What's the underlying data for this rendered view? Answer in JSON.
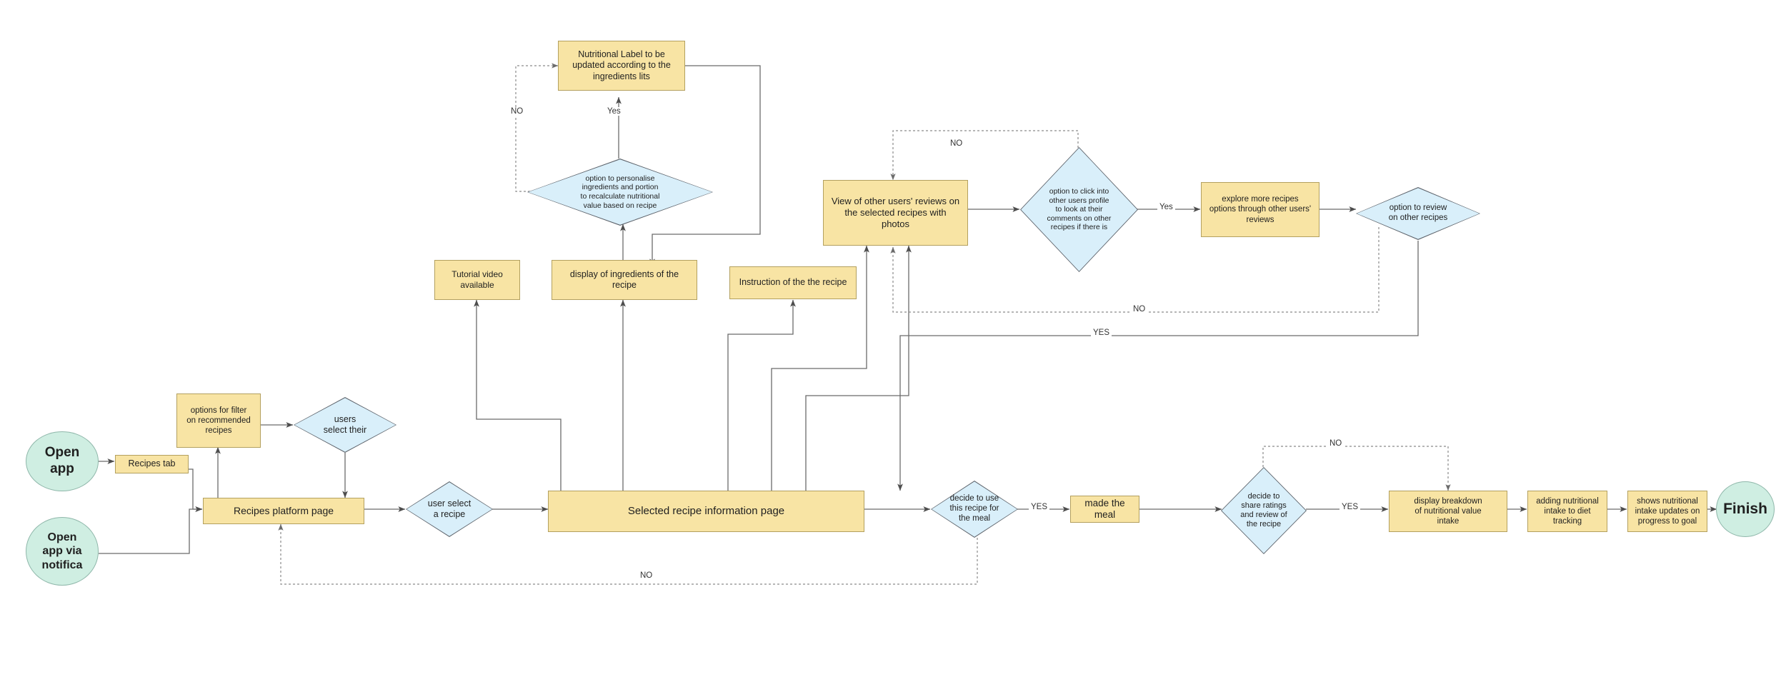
{
  "diagram": {
    "title": "Recipe app user flow",
    "colors": {
      "process_fill": "#f8e4a4",
      "process_border": "#b3a05f",
      "decision_fill": "#d9effa",
      "decision_border": "#5a6068",
      "terminator_fill": "#cfeee2",
      "terminator_border": "#8fb7aa",
      "connector": "#6b6b6b",
      "canvas": "#ffffff"
    },
    "nodes": [
      {
        "id": "open_app",
        "type": "terminator",
        "label": "Open\napp"
      },
      {
        "id": "open_app_notif",
        "type": "terminator",
        "label": "Open\napp via\nnotifica"
      },
      {
        "id": "recipes_tab",
        "type": "process",
        "label": "Recipes tab"
      },
      {
        "id": "filter_options",
        "type": "process",
        "label": "options for filter\non recommended\nrecipes"
      },
      {
        "id": "users_select",
        "type": "decision",
        "label": "users\nselect their"
      },
      {
        "id": "recipes_platform",
        "type": "process",
        "label": "Recipes platform page"
      },
      {
        "id": "user_select_recipe",
        "type": "decision",
        "label": "user select\na recipe"
      },
      {
        "id": "selected_recipe",
        "type": "process",
        "label": "Selected recipe information page"
      },
      {
        "id": "tutorial_video",
        "type": "process",
        "label": "Tutorial video\navailable"
      },
      {
        "id": "display_ingredients",
        "type": "process",
        "label": "display of ingredients of the\nrecipe"
      },
      {
        "id": "instruction_recipe",
        "type": "process",
        "label": "Instruction of the the recipe"
      },
      {
        "id": "personalise",
        "type": "decision",
        "label": "option to personalise\ningredients and portion\nto recalculate nutritional\nvalue based on recipe"
      },
      {
        "id": "nutritional_label",
        "type": "process",
        "label": "Nutritional Label to be\nupdated according to the\ningredients lits"
      },
      {
        "id": "view_reviews",
        "type": "process",
        "label": "View of other users' reviews on\nthe selected recipes with\nphotos"
      },
      {
        "id": "click_profile",
        "type": "decision",
        "label": "option to click into\nother users profile\nto look at their\ncomments on other\nrecipes if there is"
      },
      {
        "id": "explore_more",
        "type": "process",
        "label": "explore more recipes\noptions through other users'\nreviews"
      },
      {
        "id": "review_other",
        "type": "decision",
        "label": "option to review\non other recipes"
      },
      {
        "id": "decide_use",
        "type": "decision",
        "label": "decide to use\nthis recipe for\nthe meal"
      },
      {
        "id": "made_meal",
        "type": "process",
        "label": "made the meal"
      },
      {
        "id": "decide_share",
        "type": "decision",
        "label": "decide to\nshare ratings\nand review of\nthe recipe"
      },
      {
        "id": "display_breakdown",
        "type": "process",
        "label": "display breakdown\nof nutritional value\nintake"
      },
      {
        "id": "adding_intake",
        "type": "process",
        "label": "adding nutritional\nintake to diet\ntracking"
      },
      {
        "id": "shows_updates",
        "type": "process",
        "label": "shows nutritional\nintake updates on\nprogress to goal"
      },
      {
        "id": "finish",
        "type": "terminator",
        "label": "Finish"
      }
    ],
    "edge_labels": {
      "personalise_no": "NO",
      "personalise_yes": "Yes",
      "click_profile_no_top": "NO",
      "click_profile_yes": "Yes",
      "review_other_no": "NO",
      "review_other_yes": "YES",
      "decide_use_yes": "YES",
      "decide_use_no": "NO",
      "decide_share_no": "NO",
      "decide_share_yes": "YES"
    },
    "labels": {
      "open_app": "Open\napp",
      "open_app_notif": "Open\napp via\nnotifica",
      "recipes_tab": "Recipes tab",
      "filter_options": "options for filter\non recommended\nrecipes",
      "users_select": "users\nselect their",
      "recipes_platform": "Recipes platform page",
      "user_select_recipe": "user select\na recipe",
      "selected_recipe": "Selected recipe information page",
      "tutorial_video": "Tutorial video\navailable",
      "display_ingredients": "display of ingredients of the\nrecipe",
      "instruction_recipe": "Instruction of the the recipe",
      "personalise": "option to personalise\ningredients and portion\nto recalculate nutritional\nvalue based on recipe",
      "nutritional_label": "Nutritional Label to be\nupdated according to the\ningredients lits",
      "view_reviews": "View of other users' reviews on\nthe selected recipes with\nphotos",
      "click_profile": "option to click into\nother users profile\nto look at their\ncomments on other\nrecipes if there is",
      "explore_more": "explore more recipes\noptions through other users'\nreviews",
      "review_other": "option to review\non other recipes",
      "decide_use": "decide to use\nthis recipe for\nthe meal",
      "made_meal": "made the meal",
      "decide_share": "decide to\nshare ratings\nand review of\nthe recipe",
      "display_breakdown": "display breakdown\nof nutritional value\nintake",
      "adding_intake": "adding nutritional\nintake to diet\ntracking",
      "shows_updates": "shows nutritional\nintake updates on\nprogress to goal",
      "finish": "Finish"
    }
  }
}
